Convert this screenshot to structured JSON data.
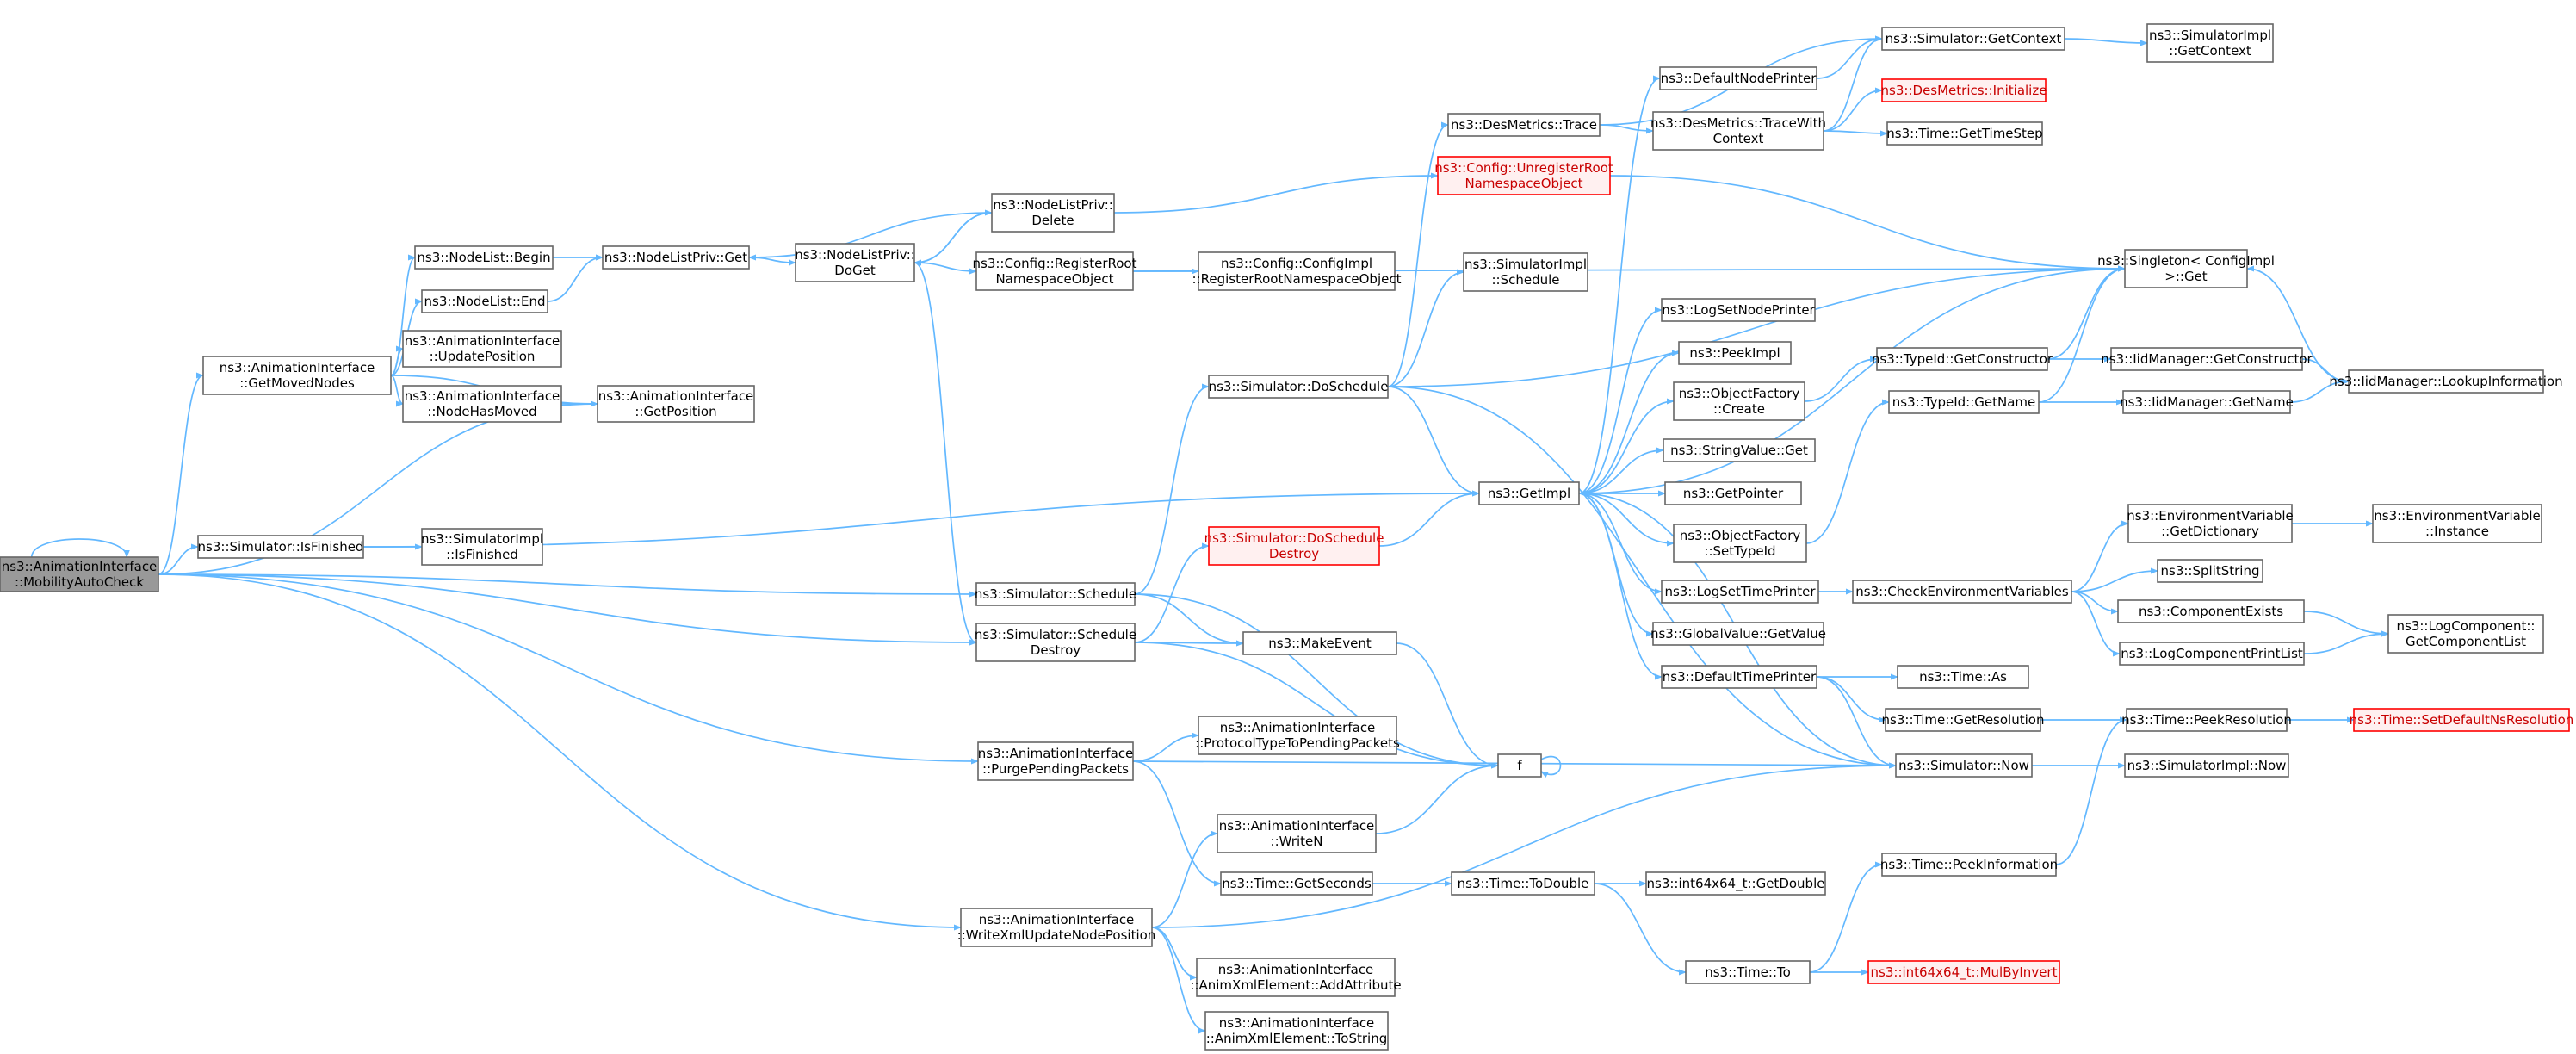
{
  "graph": {
    "colors": {
      "edge": "#63b8ff",
      "node_border": "#666666",
      "focus_fill": "#999999",
      "error_border": "#ff0000",
      "error_fill": "#fff0f0"
    },
    "nodes": {
      "focus": [
        "ns3::AnimationInterface",
        "::MobilityAutoCheck"
      ],
      "getMovedNodes": [
        "ns3::AnimationInterface",
        "::GetMovedNodes"
      ],
      "isFinished": [
        "ns3::Simulator::IsFinished"
      ],
      "simImplIsFinished": [
        "ns3::SimulatorImpl",
        "::IsFinished"
      ],
      "nlBegin": [
        "ns3::NodeList::Begin"
      ],
      "nlEnd": [
        "ns3::NodeList::End"
      ],
      "updatePosition": [
        "ns3::AnimationInterface",
        "::UpdatePosition"
      ],
      "nodeHasMoved": [
        "ns3::AnimationInterface",
        "::NodeHasMoved"
      ],
      "getPosition": [
        "ns3::AnimationInterface",
        "::GetPosition"
      ],
      "nlpGet": [
        "ns3::NodeListPriv::Get"
      ],
      "nlpDoGet": [
        "ns3::NodeListPriv::",
        "DoGet"
      ],
      "nlpDelete": [
        "ns3::NodeListPriv::",
        "Delete"
      ],
      "cfgRegister": [
        "ns3::Config::RegisterRoot",
        "NamespaceObject"
      ],
      "cfgImplRegister": [
        "ns3::Config::ConfigImpl",
        "::RegisterRootNamespaceObject"
      ],
      "simSchedule": [
        "ns3::Simulator::Schedule"
      ],
      "simScheduleDestroy": [
        "ns3::Simulator::Schedule",
        "Destroy"
      ],
      "simDoSchedule": [
        "ns3::Simulator::DoSchedule"
      ],
      "simDoScheduleDestroy": [
        "ns3::Simulator::DoSchedule",
        "Destroy"
      ],
      "makeEvent": [
        "ns3::MakeEvent"
      ],
      "purge": [
        "ns3::AnimationInterface",
        "::PurgePendingPackets"
      ],
      "protoType": [
        "ns3::AnimationInterface",
        "::ProtocolTypeToPendingPackets"
      ],
      "writeN": [
        "ns3::AnimationInterface",
        "::WriteN"
      ],
      "getSeconds": [
        "ns3::Time::GetSeconds"
      ],
      "writeXml": [
        "ns3::AnimationInterface",
        "::WriteXmlUpdateNodePosition"
      ],
      "addAttr": [
        "ns3::AnimationInterface",
        "::AnimXmlElement::AddAttribute"
      ],
      "toString": [
        "ns3::AnimationInterface",
        "::AnimXmlElement::ToString"
      ],
      "f": [
        "f"
      ],
      "desTrace": [
        "ns3::DesMetrics::Trace"
      ],
      "cfgUnregister": [
        "ns3::Config::UnregisterRoot",
        "NamespaceObject"
      ],
      "simImplSchedule": [
        "ns3::SimulatorImpl",
        "::Schedule"
      ],
      "getImpl": [
        "ns3::GetImpl"
      ],
      "defaultNodePrinter": [
        "ns3::DefaultNodePrinter"
      ],
      "desTraceWithCtx": [
        "ns3::DesMetrics::TraceWith",
        "Context"
      ],
      "simGetContext": [
        "ns3::Simulator::GetContext"
      ],
      "simImplGetContext": [
        "ns3::SimulatorImpl",
        "::GetContext"
      ],
      "desInit": [
        "ns3::DesMetrics::Initialize"
      ],
      "timeGetTimeStep": [
        "ns3::Time::GetTimeStep"
      ],
      "singletonGet": [
        "ns3::Singleton< ConfigImpl",
        " >::Get"
      ],
      "logSetNodePrinter": [
        "ns3::LogSetNodePrinter"
      ],
      "peekImpl": [
        "ns3::PeekImpl"
      ],
      "ofCreate": [
        "ns3::ObjectFactory",
        "::Create"
      ],
      "stringValueGet": [
        "ns3::StringValue::Get"
      ],
      "getPointer": [
        "ns3::GetPointer"
      ],
      "ofSetTypeId": [
        "ns3::ObjectFactory",
        "::SetTypeId"
      ],
      "logSetTimePrinter": [
        "ns3::LogSetTimePrinter"
      ],
      "gvGetValue": [
        "ns3::GlobalValue::GetValue"
      ],
      "defaultTimePrinter": [
        "ns3::DefaultTimePrinter"
      ],
      "typeIdGetCtor": [
        "ns3::TypeId::GetConstructor"
      ],
      "typeIdGetName": [
        "ns3::TypeId::GetName"
      ],
      "iidGetCtor": [
        "ns3::IidManager::GetConstructor"
      ],
      "iidGetName": [
        "ns3::IidManager::GetName"
      ],
      "iidLookup": [
        "ns3::IidManager::LookupInformation"
      ],
      "checkEnv": [
        "ns3::CheckEnvironmentVariables"
      ],
      "envGetDict": [
        "ns3::EnvironmentVariable",
        "::GetDictionary"
      ],
      "envInstance": [
        "ns3::EnvironmentVariable",
        "::Instance"
      ],
      "splitString": [
        "ns3::SplitString"
      ],
      "componentExists": [
        "ns3::ComponentExists"
      ],
      "logComponentPrintList": [
        "ns3::LogComponentPrintList"
      ],
      "logCompGetList": [
        "ns3::LogComponent::",
        "GetComponentList"
      ],
      "timeAs": [
        "ns3::Time::As"
      ],
      "timeGetResolution": [
        "ns3::Time::GetResolution"
      ],
      "timePeekResolution": [
        "ns3::Time::PeekResolution"
      ],
      "timeSetDefaultNs": [
        "ns3::Time::SetDefaultNsResolution"
      ],
      "simNow": [
        "ns3::Simulator::Now"
      ],
      "simImplNow": [
        "ns3::SimulatorImpl::Now"
      ],
      "timePeekInfo": [
        "ns3::Time::PeekInformation"
      ],
      "timeToDouble": [
        "ns3::Time::ToDouble"
      ],
      "int64GetDouble": [
        "ns3::int64x64_t::GetDouble"
      ],
      "timeTo": [
        "ns3::Time::To"
      ],
      "int64MulByInvert": [
        "ns3::int64x64_t::MulByInvert"
      ]
    }
  }
}
